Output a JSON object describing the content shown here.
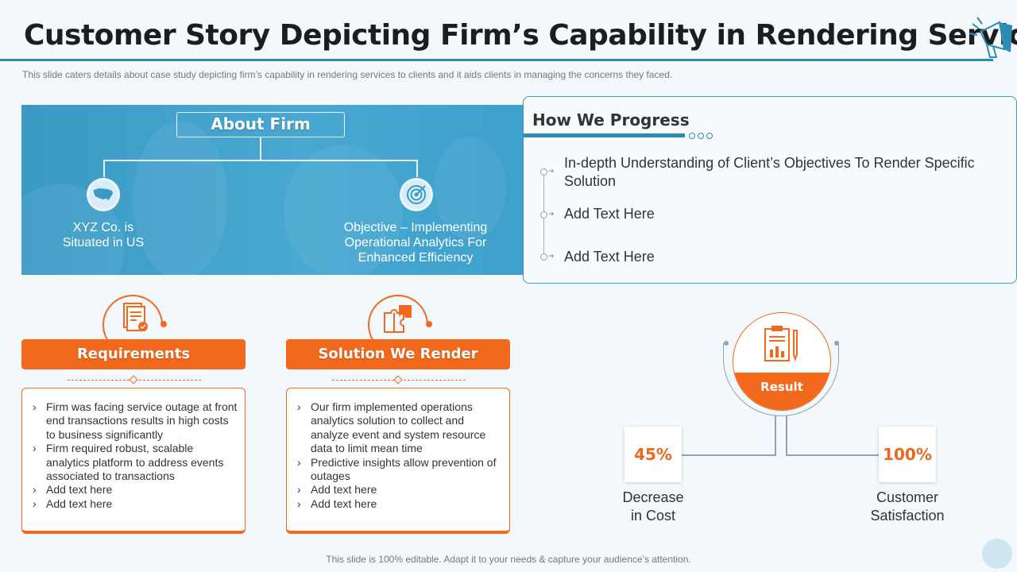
{
  "header": {
    "title": "Customer Story Depicting Firm’s Capability in Rendering Services",
    "subtitle": "This slide caters details about case study depicting firm’s capability in rendering services to clients and it aids clients in managing the concerns they faced."
  },
  "about": {
    "title": "About Firm",
    "left_text": "XYZ Co. is\nSituated in US",
    "right_text": "Objective – Implementing\nOperational Analytics For\nEnhanced Efficiency",
    "left_icon": "us-map-icon",
    "right_icon": "target-icon"
  },
  "progress": {
    "title": "How We Progress",
    "items": [
      "In-depth Understanding of Client’s Objectives To Render Specific Solution",
      "Add Text Here",
      "Add Text Here"
    ]
  },
  "requirements": {
    "title": "Requirements",
    "icon": "document-check-icon",
    "items": [
      "Firm was facing service outage at front end transactions results in high costs to business significantly",
      "Firm required robust, scalable analytics platform to address events associated to transactions",
      "Add text here",
      "Add text here"
    ]
  },
  "solution": {
    "title": "Solution We Render",
    "icon": "puzzle-icon",
    "items": [
      "Our firm implemented operations analytics solution to collect and analyze event and system resource data to limit mean time",
      "Predictive insights allow prevention of outages",
      "Add text here",
      "Add text here"
    ]
  },
  "result": {
    "label": "Result",
    "icon": "clipboard-chart-icon",
    "stats": [
      {
        "value": "45%",
        "caption": "Decrease\nin Cost"
      },
      {
        "value": "100%",
        "caption": "Customer\nSatisfaction"
      }
    ]
  },
  "footer": "This slide is 100% editable. Adapt it to your needs & capture your audience’s attention.",
  "colors": {
    "blue": "#2e8bb3",
    "orange": "#f2681c",
    "panel": "#48a8d1"
  }
}
